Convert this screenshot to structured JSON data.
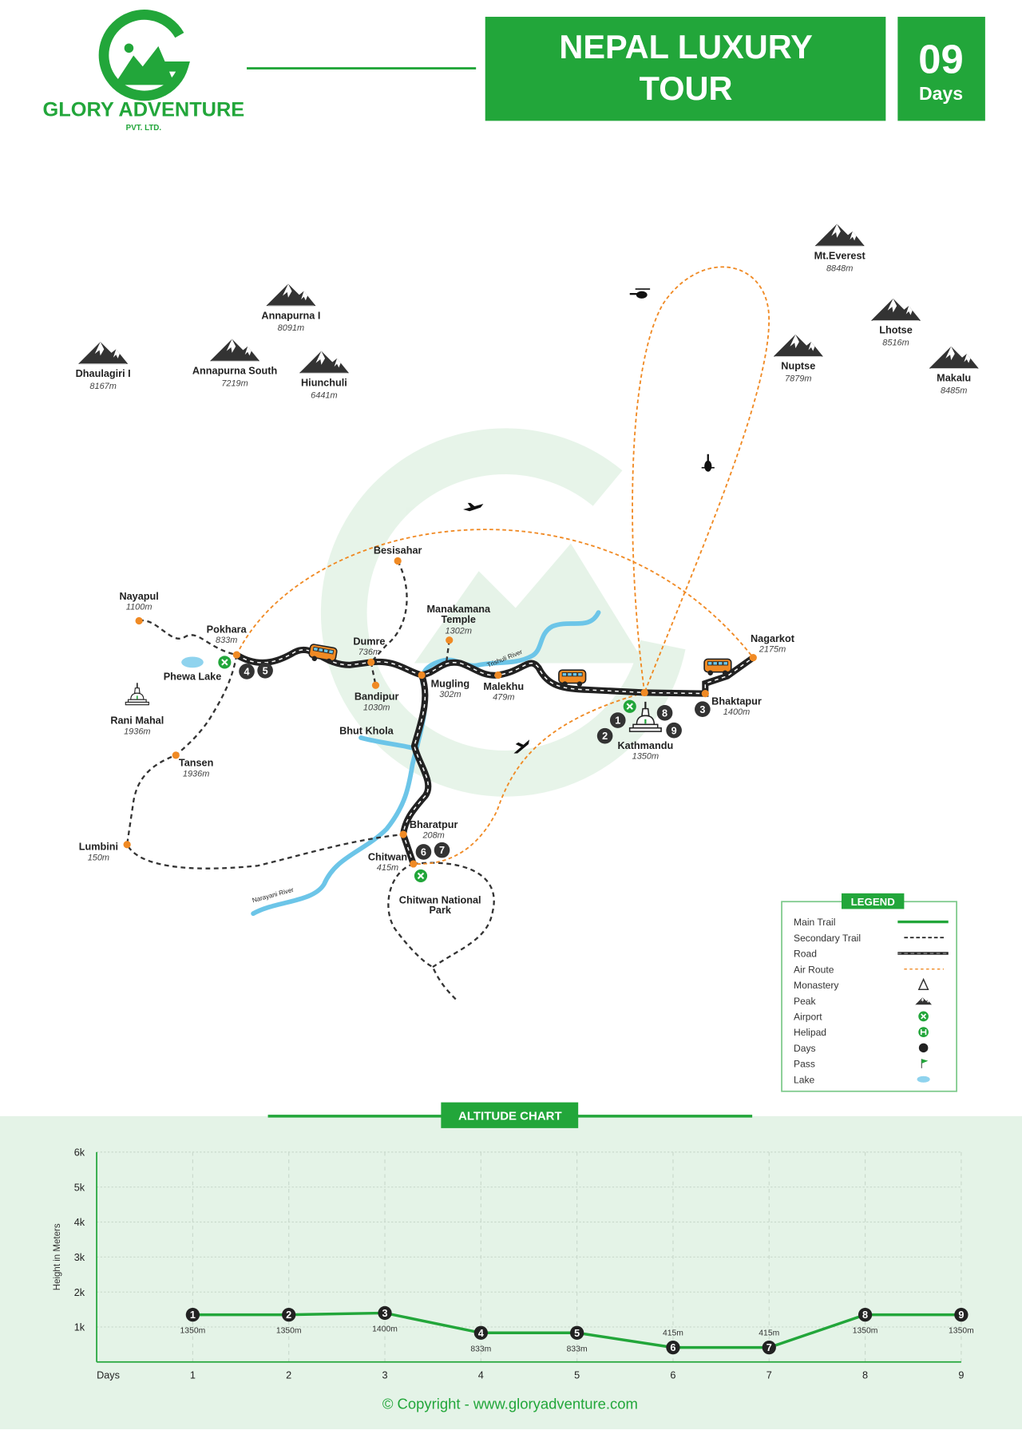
{
  "brand": {
    "name": "GLORY ADVENTURE",
    "sub": "PVT. LTD.",
    "color": "#22a63a"
  },
  "header": {
    "title_line1": "NEPAL LUXURY",
    "title_line2": "TOUR",
    "days_number": "09",
    "days_label": "Days"
  },
  "peaks": [
    {
      "name": "Annapurna I",
      "elev": "8091m"
    },
    {
      "name": "Dhaulagiri I",
      "elev": "8167m"
    },
    {
      "name": "Annapurna South",
      "elev": "7219m"
    },
    {
      "name": "Hiunchuli",
      "elev": "6441m"
    },
    {
      "name": "Mt.Everest",
      "elev": "8848m"
    },
    {
      "name": "Nuptse",
      "elev": "7879m"
    },
    {
      "name": "Lhotse",
      "elev": "8516m"
    },
    {
      "name": "Makalu",
      "elev": "8485m"
    }
  ],
  "places": [
    {
      "name": "Nayapul",
      "elev": "1100m"
    },
    {
      "name": "Pokhara",
      "elev": "833m"
    },
    {
      "name": "Phewa Lake",
      "elev": ""
    },
    {
      "name": "Rani Mahal",
      "elev": "1936m"
    },
    {
      "name": "Tansen",
      "elev": "1936m"
    },
    {
      "name": "Lumbini",
      "elev": "150m"
    },
    {
      "name": "Besisahar",
      "elev": ""
    },
    {
      "name": "Dumre",
      "elev": "736m"
    },
    {
      "name": "Bandipur",
      "elev": "1030m"
    },
    {
      "name": "Manakamana Temple",
      "elev": "1302m"
    },
    {
      "name": "Mugling",
      "elev": "302m"
    },
    {
      "name": "Malekhu",
      "elev": "479m"
    },
    {
      "name": "Bhut Khola",
      "elev": ""
    },
    {
      "name": "Kathmandu",
      "elev": "1350m"
    },
    {
      "name": "Bhaktapur",
      "elev": "1400m"
    },
    {
      "name": "Nagarkot",
      "elev": "2175m"
    },
    {
      "name": "Bharatpur",
      "elev": "208m"
    },
    {
      "name": "Chitwan",
      "elev": "415m"
    },
    {
      "name": "Chitwan National Park",
      "elev": ""
    }
  ],
  "rivers": {
    "trishuli": "Trishuli River",
    "narayani": "Narayani River"
  },
  "day_markers": [
    "1",
    "2",
    "3",
    "4",
    "5",
    "6",
    "7",
    "8",
    "9"
  ],
  "legend": {
    "title": "LEGEND",
    "items": [
      {
        "label": "Main Trail",
        "icon": "main-trail-line"
      },
      {
        "label": "Secondary Trail",
        "icon": "secondary-trail-line"
      },
      {
        "label": "Road",
        "icon": "road-line"
      },
      {
        "label": "Air Route",
        "icon": "air-route-line"
      },
      {
        "label": "Monastery",
        "icon": "monastery-icon"
      },
      {
        "label": "Peak",
        "icon": "peak-icon"
      },
      {
        "label": "Airport",
        "icon": "airport-icon"
      },
      {
        "label": "Helipad",
        "icon": "helipad-icon"
      },
      {
        "label": "Days",
        "icon": "day-dot-icon"
      },
      {
        "label": "Pass",
        "icon": "pass-flag-icon"
      },
      {
        "label": "Lake",
        "icon": "lake-icon"
      }
    ]
  },
  "colors": {
    "green": "#22a63a",
    "orange": "#f08a24",
    "dark": "#333333",
    "river": "#6cc5e8",
    "chart_bg": "#e4f3e7"
  },
  "chart_data": {
    "type": "line",
    "title": "ALTITUDE CHART",
    "xlabel": "Days",
    "ylabel": "Height in Meters",
    "x": [
      1,
      2,
      3,
      4,
      5,
      6,
      7,
      8,
      9
    ],
    "values": [
      1350,
      1350,
      1400,
      833,
      833,
      415,
      415,
      1350,
      1350
    ],
    "point_labels": [
      "1350m",
      "1350m",
      "1400m",
      "833m",
      "833m",
      "415m",
      "415m",
      "1350m",
      "1350m"
    ],
    "yticks": [
      1000,
      2000,
      3000,
      4000,
      5000,
      6000
    ],
    "ytick_labels": [
      "1k",
      "2k",
      "3k",
      "4k",
      "5k",
      "6k"
    ],
    "ylim": [
      0,
      6000
    ],
    "xlim": [
      0,
      9
    ],
    "grid": true
  },
  "footer": {
    "copyright": "© Copyright - www.gloryadventure.com"
  }
}
